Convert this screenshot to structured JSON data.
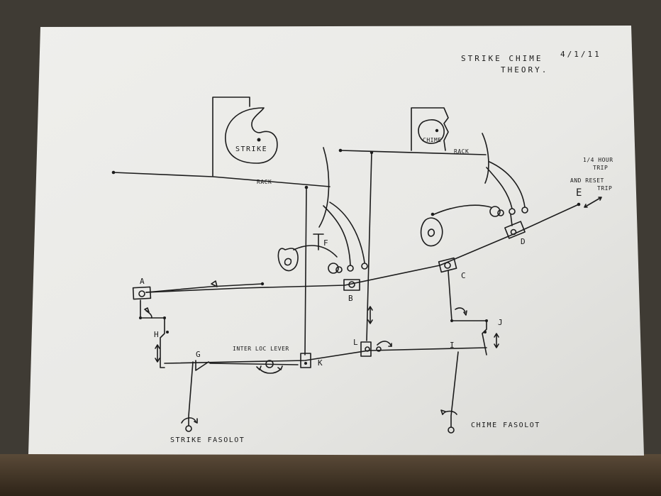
{
  "header": {
    "title": "STRIKE CHIME",
    "date": "4/1/11",
    "subtitle": "THEORY."
  },
  "cams": {
    "strike": "STRIKE",
    "chime": "CHIME"
  },
  "racks": {
    "strike": "RACK",
    "chime": "RACK"
  },
  "trip": {
    "line1": "1/4 HOUR",
    "line2": "TRIP",
    "line3": "AND RESET",
    "line4": "TRIP",
    "letter": "E"
  },
  "lever": {
    "label": "INTER LOC LEVER"
  },
  "parts": {
    "a": "A",
    "b": "B",
    "c": "C",
    "d": "D",
    "f": "F",
    "g": "G",
    "h": "H",
    "i": "I",
    "j": "J",
    "k": "K",
    "l": "L"
  },
  "fasolots": {
    "strike": "STRIKE FASOLOT",
    "chime": "CHIME FASOLOT"
  }
}
